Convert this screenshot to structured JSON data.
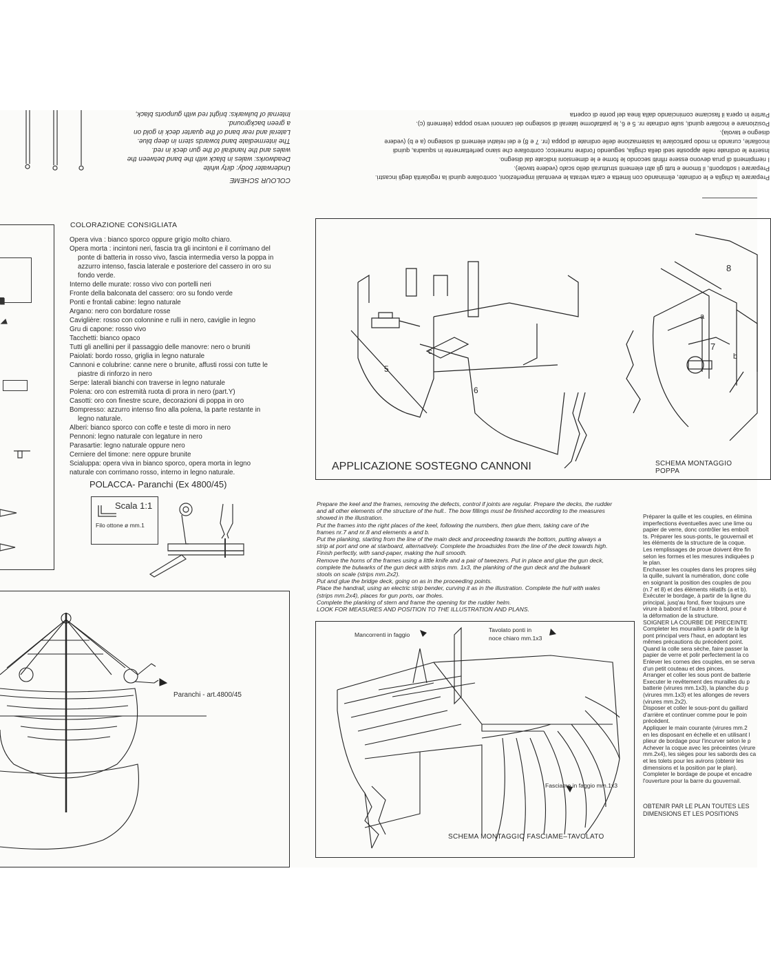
{
  "top_flipped_left": {
    "heading": "COLOUR SCHEME",
    "lines": [
      "Underwater body: dirty white",
      "Deadworks: wales in black with the band between the",
      "wales and the handrail of the gun deck in red.",
      "The intermediate band towards stern in deep blue.",
      "Lateral and rear band of the quarter deck in gold on",
      "a green background.",
      "Internal of bulwarks: bright red with gunports black,"
    ]
  },
  "top_flipped_right": {
    "lines": [
      "Preparare la chiglia e le ordinate, eliminando con limetta e carta vetrata le eventuali imperfezioni, controllare quindi la regolarità degli incastri.",
      "Preparare i sottoponti, il timone e tutti gli altri elementi strutturali dello scafo (vedere tavole).",
      "I riempimenti di prua devono essere rifiniti secondo le forme e le dimensioni indicate dal disegno.",
      "Inserire le ordinate nelle apposite sedi della chiglia, seguendo l'ordine numerico; controllare che siano perfettamente in squadra, quindi",
      "incollarle, curando in modo particolare la sistemazione delle ordinate di poppa (nr. 7 e 8) e dei relativi elementi di sostegno (a e b) (vedere",
      "disegno e tavola).",
      "Posizionare e incollare quindi, sulle ordinate nr. 5 e 6, le piattaforme laterali di sostegno dei cannoni verso poppa (elementi (c).",
      "Partire in opera il fasciame cominciando dalla linea del ponte di coperta"
    ]
  },
  "colorazione": {
    "heading": "COLORAZIONE CONSIGLIATA",
    "lines": [
      "Opera viva : bianco sporco oppure grigio molto chiaro.",
      "Opera morta : incintoni neri, fascia tra gli incintoni e il corrimano del",
      "ponte di batteria in rosso vivo, fascia intermedia verso la poppa in",
      "azzurro intenso, fascia laterale e posteriore del cassero in oro su",
      "fondo verde.",
      "Interno delle murate: rosso vivo con portelli neri",
      "Fronte della balconata del cassero: oro su fondo verde",
      "Ponti e frontali cabine: legno naturale",
      "Argano: nero con bordature rosse",
      "Caviglière: rosso con colonnine e rulli in nero, caviglie in legno",
      "Gru di capone: rosso vivo",
      "Tacchetti: bianco opaco",
      "Tutti gli anellini per il passaggio delle manovre: nero o bruniti",
      "Paiolati: bordo rosso, griglia in legno naturale",
      "Cannoni e colubrine: canne nere o brunite, affusti rossi con tutte le",
      "piastre di rinforzo in nero",
      "Serpe: laterali bianchi con traverse in legno naturale",
      "Polena: oro con estremità ruota di prora in nero (part.Y)",
      "Casotti: oro con finestre scure, decorazioni di poppa in oro",
      "Bompresso: azzurro intenso fino alla polena, la parte restante in",
      "legno naturale.",
      "Alberi: bianco sporco con coffe e teste di moro in nero",
      "Pennoni: legno naturale con legature in nero",
      "Parasartie: legno naturale oppure nero",
      "Cerniere del timone: nere oppure brunite",
      "Scialuppa: opera viva in bianco sporco, opera morta in legno",
      "naturale con corrimano rosso, interno in legno naturale."
    ],
    "indented": [
      2,
      3,
      4,
      15,
      20
    ]
  },
  "polacca": {
    "title": "POLACCA- Paranchi (Ex 4800/45)",
    "scala": "Scala 1:1",
    "filo": "Filo ottone ø mm.1"
  },
  "figures": {
    "cannoni": "APPLICAZIONE SOSTEGNO CANNONI",
    "poppa": "SCHEMA MONTAGGIO POPPA",
    "fasciame": "SCHEMA MONTAGGIO FASCIAME–TAVOLATO",
    "paranchi": "Paranchi - art.4800/45",
    "mancorrenti": "Mancorrenti in faggio",
    "tavolato_1": "Tavolato ponti in",
    "tavolato_2": "noce chiaro mm.1x3",
    "fasciame_label": "Fasciame in faggio mm.1x3",
    "num_5": "5",
    "num_6": "6",
    "num_7": "7",
    "num_8": "8",
    "lbl_a": "a",
    "lbl_b": "b",
    "lbl_c": "c"
  },
  "english": {
    "lines": [
      "Prepare the keel and the frames, removing the defects, control if joints are regular. Prepare the decks, the rudder",
      "and all other elements of the structure of the hull.. The bow fillings must be finished according to the measures",
      "showed in the illustration.",
      "Put the frames into the right places of the keel, following the numbers, then glue them, taking care of the",
      "frames nr.7 and nr.8 and elements a and b.",
      "Put the planking, starting from the line of the main deck and proceeding towards the bottom, putting always a",
      "strip at port and one at starboard, alternatively. Complete the broadsides from the line of the deck towards high.",
      "Finish perfectly, with sand-paper, making the hull smooth.",
      "Remove the horns of the frames using a little knife and a pair of tweezers. Put in place and glue the gun deck,",
      "complete the bulwarks of the gun deck with strips mm. 1x3, the planking of the gun deck and the bulwark",
      "stools on scale (strips mm.2x2).",
      "Put and glue the bridge deck, going on as in the proceeding points.",
      "Place the handrail, using an electric strip bender, curving it  as in the illustration. Complete the hull with wales",
      "(strips mm.2x4), places for gun ports, oar tholes.",
      "Complete the planking of stern and frame the opening for the rudder helm.",
      "LOOK FOR MEASURES AND POSITION TO THE ILLUSTRATION AND PLANS."
    ]
  },
  "french": {
    "lines": [
      "Préparer la quille et les couples, en élimina",
      "imperfections éventuelles avec une lime ou",
      "papier de verre, donc contrôler les emboît",
      "ts. Préparer les sous-ponts, le gouvernail et",
      "les éléments de la structure de la coque.",
      "Les remplissages de proue doivent être fin",
      "selon les formes et les mesures indiquées p",
      "le plan.",
      "Enchasser les couples dans les propres sièg",
      "la quille, suivant la numération, donc colle",
      "en soignant la position des couples de pou",
      "(n.7 et 8) et des éléments rélatifs (a et b).",
      "Exécuter le bordage, à partir de la ligne du",
      "principal, jusq'au fond, fixer toujours une",
      "virure à babord et l'autre à tribord, pour é",
      "la déformation de la structure.",
      "SOIGNER LA COURBE DE PRECEINTE",
      "Completer les mourailles à partir de la ligr",
      "pont principal vers l'haut, en adoptant les",
      "mêmes précautions du précédent point.",
      "Quand la colle sera sèche, faire passer la",
      "papier de verre et polir perfectement la co",
      "Enlever les cornes des couples, en se serva",
      "d'un petit couteau et des pinces.",
      "Arranger et coller les sous pont de batterie",
      "Executer le revêtement des murailles du p",
      "batterie (virures mm.1x3), la planche du p",
      "(virures mm.1x3) et les allonges de revers",
      "(virures mm.2x2).",
      "Disposer et coller le sous-pont du gaillard",
      "d'arrière et continuer comme pour le poin",
      "précédent.",
      "Appliquer le main courante (virures mm.2",
      "en les disposant en échelle et en utilisant l",
      "plieur de bordage pour l'incurver selon le p",
      "Achever la coque avec les préceintes (virure",
      "mm.2x4), les sièges pour les sabords des ca",
      "et les tolets pour les avirons (obtenir les",
      "dimensions et la position par le plan).",
      "Completer le bordage de poupe et encadre",
      "l'ouverture pour la barre du gouvernail."
    ],
    "footer_1": "OBTENIR PAR LE PLAN  TOUTES LES",
    "footer_2": "DIMENSIONS ET LES POSITIONS"
  }
}
